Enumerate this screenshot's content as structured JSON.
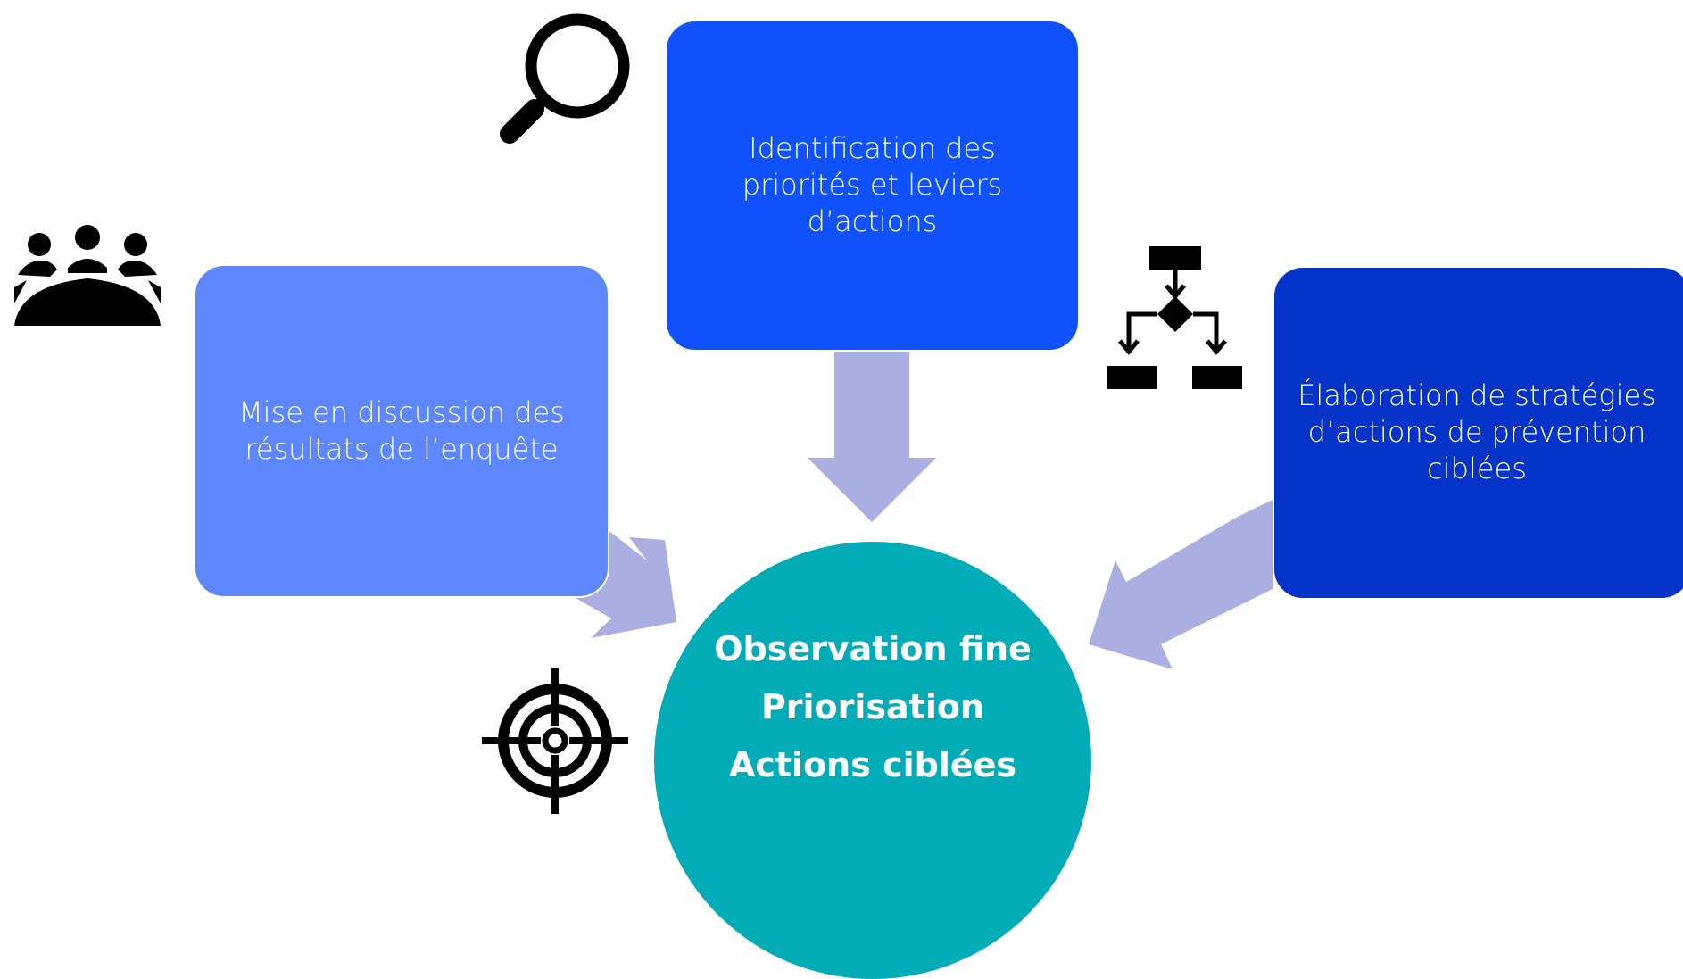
{
  "colors": {
    "box_left": "#5F87FD",
    "box_top": "#0F52FB",
    "box_right": "#0433C7",
    "center": "#02ACB7",
    "arrow": "#AAAEE0",
    "icon": "#000000"
  },
  "boxes": {
    "left": {
      "line1": "Mise en discussion des",
      "line2": "résultats de l’enquête"
    },
    "top": {
      "line1": "Identification des",
      "line2": "priorités et leviers",
      "line3": "d’actions"
    },
    "right": {
      "line1": "Élaboration de stratégies",
      "line2": "d’actions de prévention",
      "line3": "ciblées"
    }
  },
  "center": {
    "line1": "Observation fine",
    "line2": "Priorisation",
    "line3": "Actions ciblées"
  },
  "icons": {
    "left": "meeting-group-icon",
    "top": "magnifier-icon",
    "right": "flowchart-icon",
    "center": "target-crosshair-icon"
  }
}
